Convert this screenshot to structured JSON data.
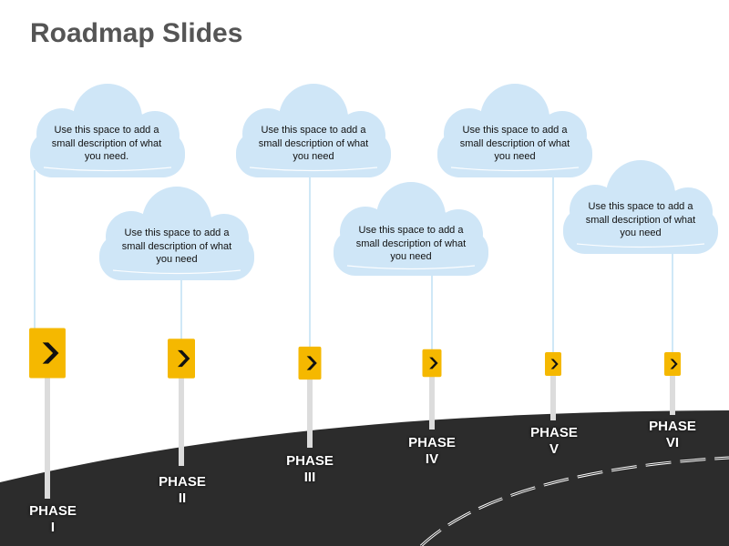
{
  "title": "Roadmap Slides",
  "colors": {
    "cloud": "#cfe6f7",
    "sign": "#f5b800",
    "road": "#2c2c2c",
    "pole": "#dcdcdc"
  },
  "phases": [
    {
      "word": "PHASE",
      "numeral": "I",
      "description": "Use this space to add a small description of what you need."
    },
    {
      "word": "PHASE",
      "numeral": "II",
      "description": "Use this space to add a small description of what you need"
    },
    {
      "word": "PHASE",
      "numeral": "III",
      "description": "Use this space to add a small description of what you need"
    },
    {
      "word": "PHASE",
      "numeral": "IV",
      "description": "Use this space to add a small description of what you need"
    },
    {
      "word": "PHASE",
      "numeral": "V",
      "description": "Use this space to add a small description of what you need"
    },
    {
      "word": "PHASE",
      "numeral": "VI",
      "description": "Use this space to add a small description of what you need"
    }
  ],
  "icons": {
    "sign": "chevron-right-icon",
    "cloud": "cloud-icon"
  }
}
